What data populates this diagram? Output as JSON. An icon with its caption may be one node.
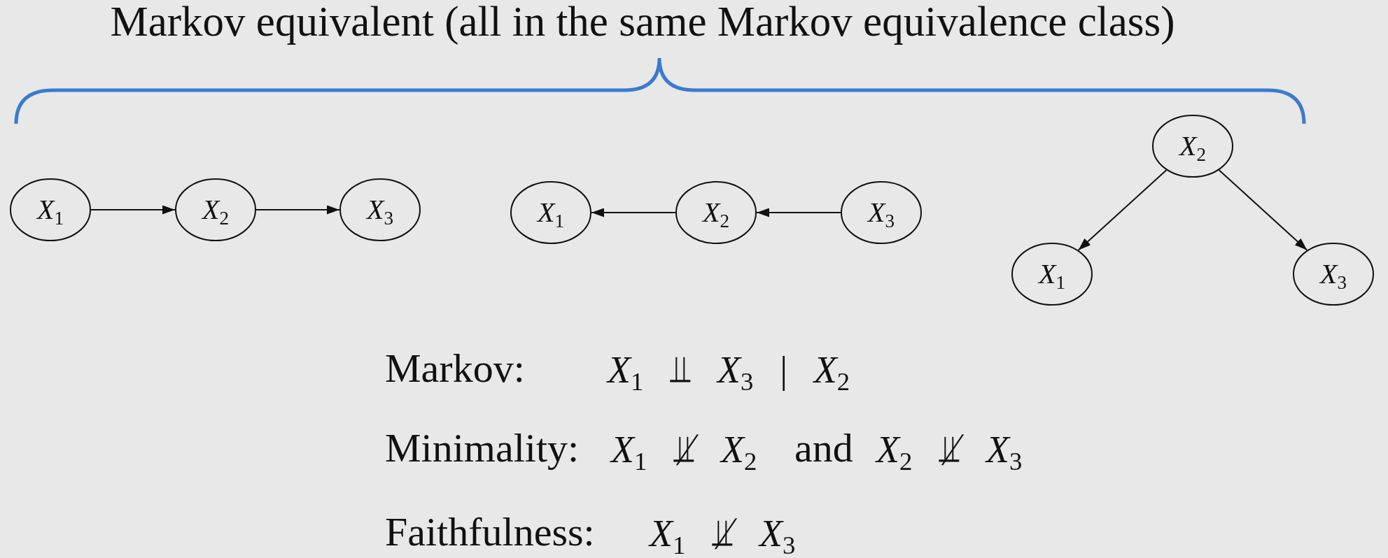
{
  "diagram": {
    "title": "Markov equivalent (all in the same Markov equivalence class)",
    "nodes": [
      {
        "text": [
          "*X*$_{1}$"
        ]
      },
      {
        "text": [
          "*X*$_{2}$"
        ]
      },
      {
        "text": [
          "*X*$_{3}$"
        ]
      },
      {
        "text": [
          "*X*$_{1}$"
        ]
      },
      {
        "text": [
          "*X*$_{2}$"
        ]
      },
      {
        "text": [
          "*X*$_{3}$"
        ]
      },
      {
        "text": [
          "*X*$_{2}$"
        ]
      },
      {
        "text": [
          "*X*$_{1}$"
        ]
      },
      {
        "text": [
          "*X*$_{3}$"
        ]
      }
    ],
    "edges": [
      {
        "from": 0,
        "to": 1,
        "arrow": "to"
      },
      {
        "from": 1,
        "to": 2,
        "arrow": "to"
      },
      {
        "from": 4,
        "to": 3,
        "arrow": "to"
      },
      {
        "from": 5,
        "to": 4,
        "arrow": "to"
      },
      {
        "from": 6,
        "to": 7,
        "arrow": "to"
      },
      {
        "from": 6,
        "to": 8,
        "arrow": "to"
      }
    ],
    "labels": [
      "Markov:",
      "*X*$_{1}$ ⫫ *X*$_{3}$ | *X*$_{2}$",
      "Minimality:",
      "*X*$_{1}$ ⫫̸ *X*$_{2}$",
      "and",
      "*X*$_{2}$ ⫫̸ *X*$_{3}$",
      "Faithfulness:",
      "*X*$_{1}$ ⫫̸ *X*$_{3}$"
    ]
  }
}
